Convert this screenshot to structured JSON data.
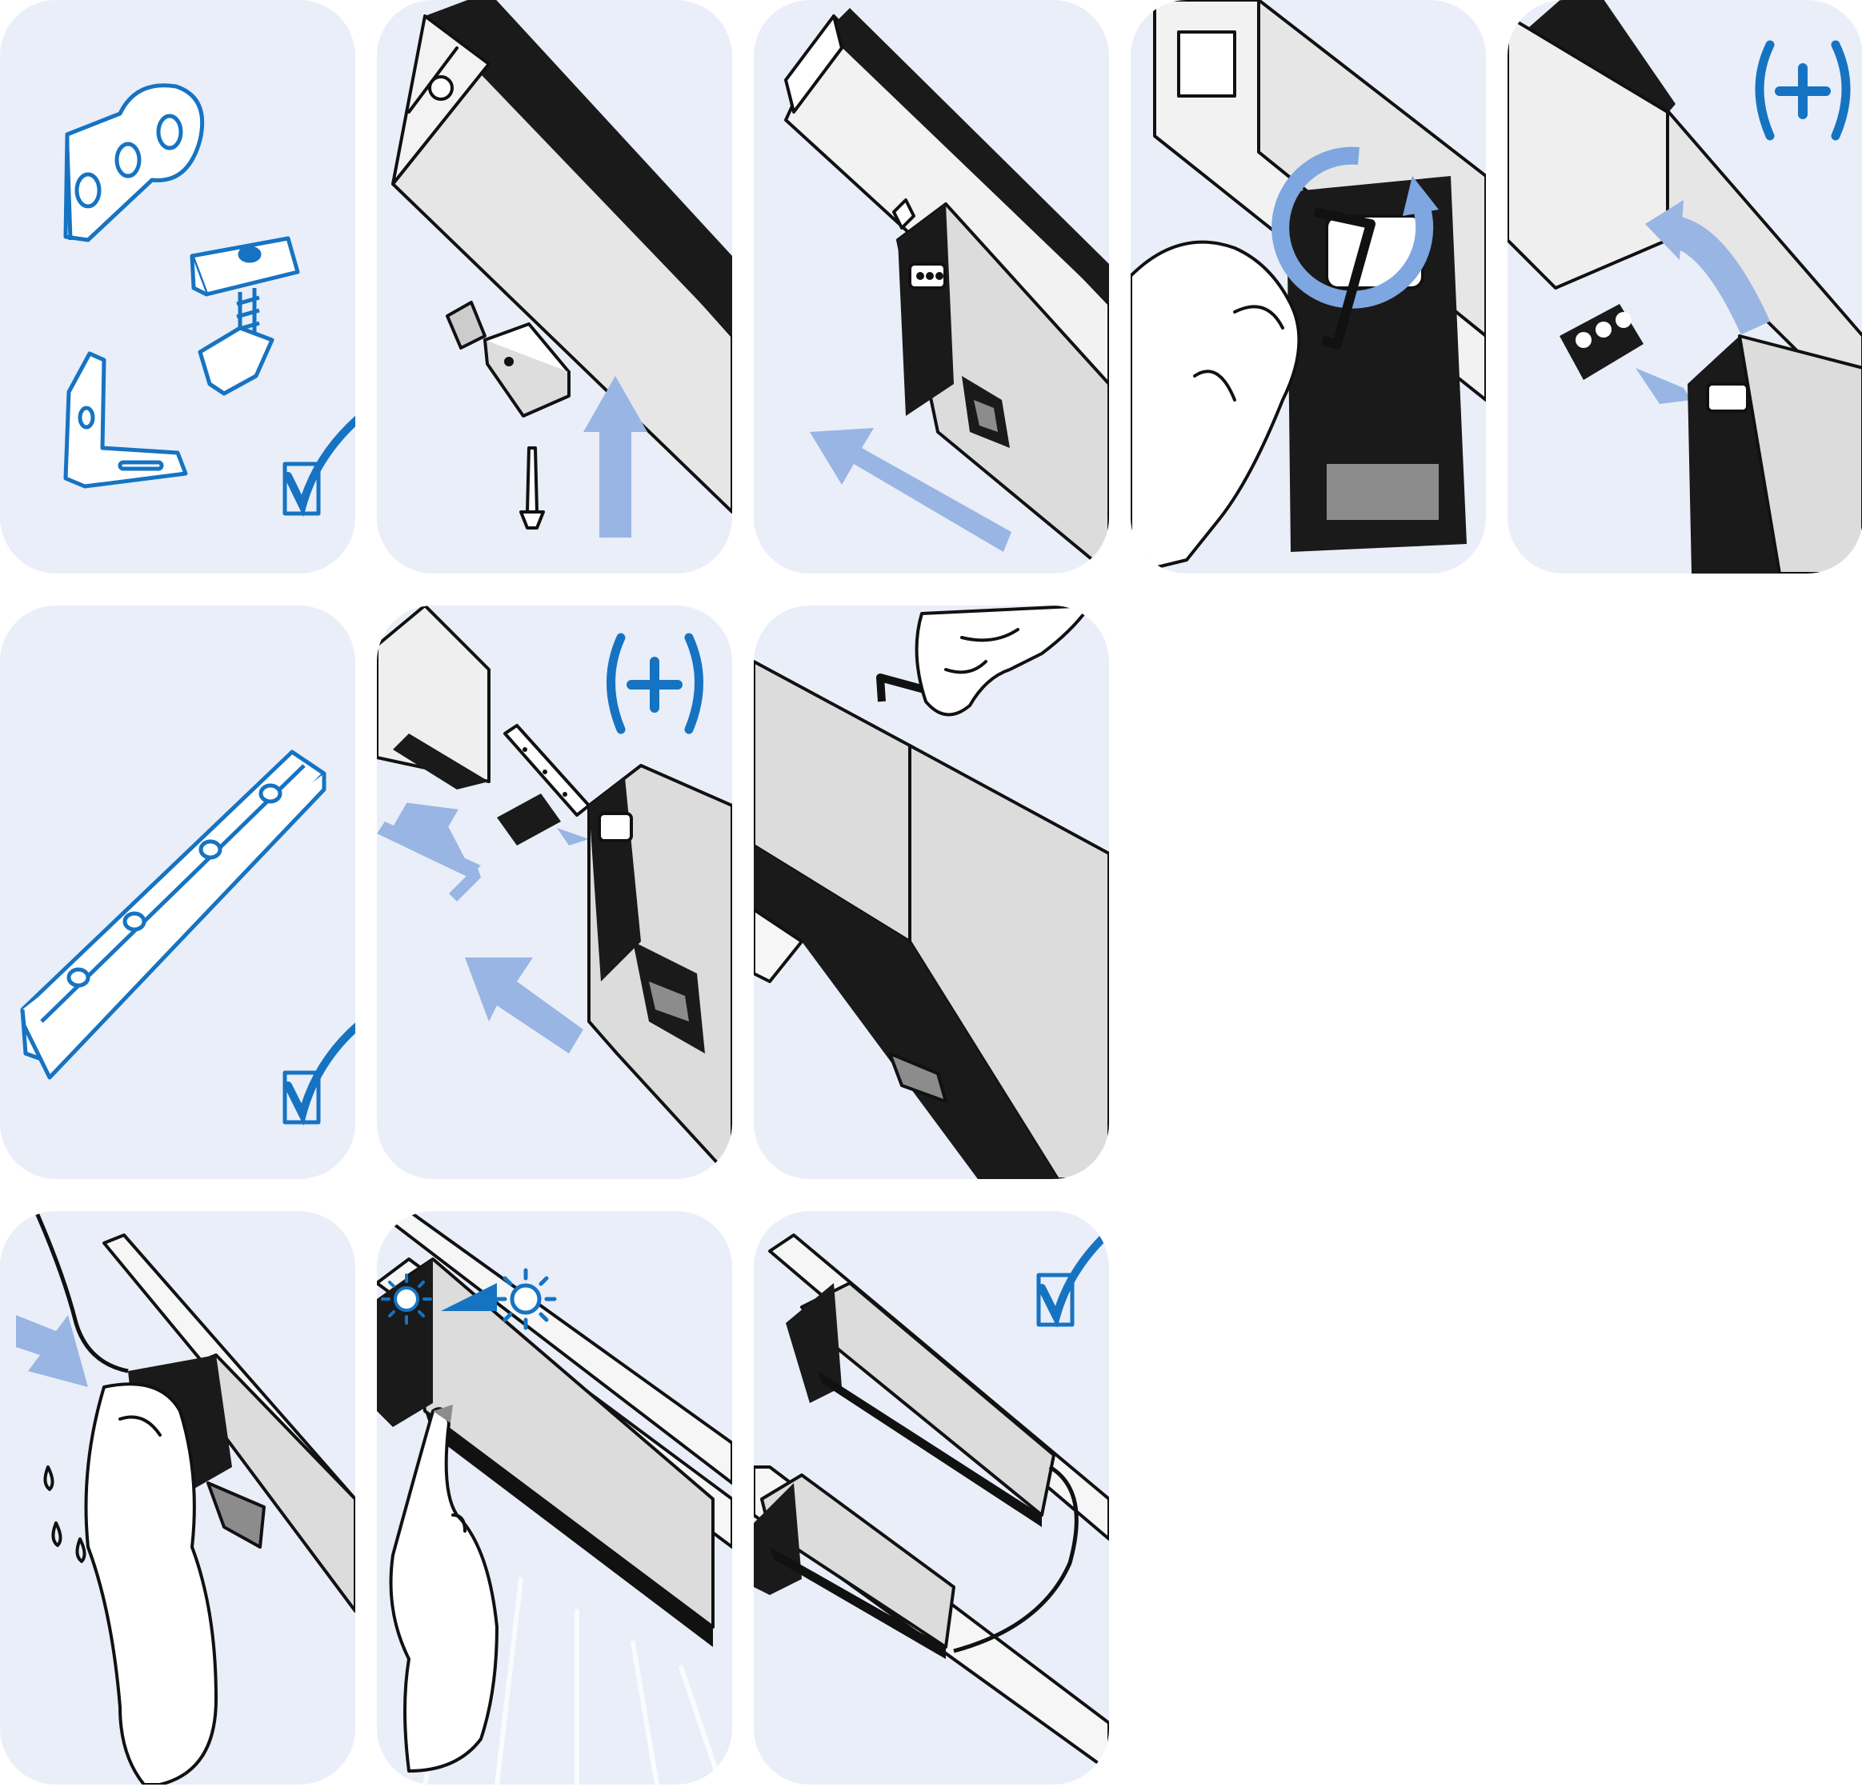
{
  "colors": {
    "panel_background": "#e9eef9",
    "accent_blue": "#1673c2",
    "arrow_blue": "#99b5e3",
    "device_black": "#1a1a1a",
    "profile_gray": "#e6e6e6"
  },
  "steps": [
    {
      "id": 1,
      "content": "parts-check",
      "icons": [
        "fixing-plate-icon",
        "slot-nut-screw-icon",
        "angle-bracket-icon",
        "checkbox-checked-icon"
      ]
    },
    {
      "id": 2,
      "content": "insert-slot-nut",
      "icons": [
        "aluminium-profile-icon",
        "slot-nut-icon",
        "screw-icon",
        "arrow-up-icon"
      ]
    },
    {
      "id": 3,
      "content": "slide-device-onto-profile",
      "icons": [
        "aluminium-profile-icon",
        "device-end-cap-icon",
        "arrow-diagonal-icon"
      ]
    },
    {
      "id": 4,
      "content": "tighten-with-hex-key",
      "icons": [
        "hand-icon",
        "hex-key-icon",
        "rotate-arrow-icon"
      ]
    },
    {
      "id": 5,
      "content": "optional-connector",
      "icons": [
        "plus-optional-icon",
        "connector-plug-icon",
        "curved-arrow-icon"
      ]
    },
    {
      "id": 6,
      "content": "connector-rail-check",
      "icons": [
        "connector-rail-icon",
        "checkbox-checked-icon"
      ]
    },
    {
      "id": 7,
      "content": "optional-join-devices",
      "icons": [
        "plus-optional-icon",
        "connector-rail-icon",
        "connector-plug-icon",
        "arrows-converging-icon"
      ]
    },
    {
      "id": 8,
      "content": "tighten-joint",
      "icons": [
        "hand-icon",
        "hex-key-icon",
        "profile-joint-icon"
      ]
    },
    {
      "id": 9,
      "content": "plug-in-power-dry-hands",
      "icons": [
        "power-cable-icon",
        "hand-icon",
        "water-drops-icon",
        "arrow-diagonal-icon"
      ]
    },
    {
      "id": 10,
      "content": "touch-dimmer",
      "icons": [
        "finger-icon",
        "sun-dim-icon",
        "brightness-ramp-icon",
        "sun-bright-icon",
        "light-rays-icon"
      ]
    },
    {
      "id": 11,
      "content": "finished-linked-lights",
      "icons": [
        "light-bar-icon",
        "link-cable-icon",
        "checkbox-checked-icon"
      ]
    }
  ]
}
